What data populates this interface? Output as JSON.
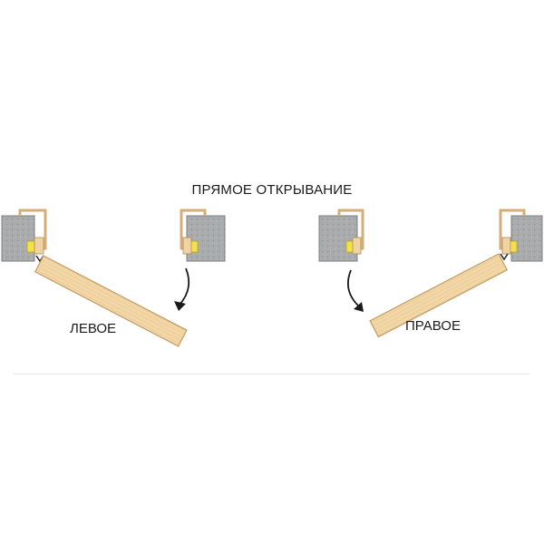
{
  "title": "ПРЯМОЕ ОТКРЫВАНИЕ",
  "left_label": "ЛЕВОЕ",
  "right_label": "ПРАВОЕ",
  "colors": {
    "wall": "#a8aaac",
    "wall_dark": "#8e9092",
    "door_wood": "#f1d4a4",
    "door_edge": "#c9a26e",
    "frame": "#d9b47e",
    "seal_yellow": "#f3e14a",
    "arrow": "#1a1a1a"
  }
}
